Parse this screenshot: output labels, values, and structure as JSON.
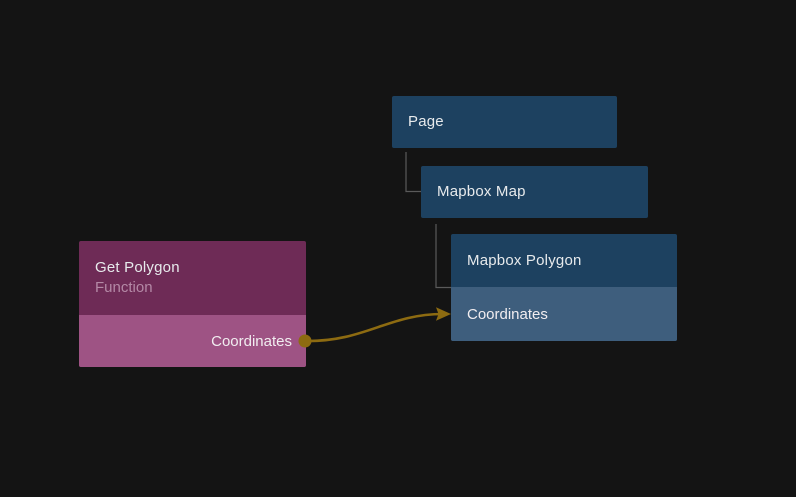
{
  "colors": {
    "background": "#141414",
    "node-blue": "#1d4160",
    "node-blue-port": "#3e5e7d",
    "node-purple": "#6e2b56",
    "node-purple-port": "#9e5384",
    "cable": "#8d6b11",
    "tree-line": "#5a5a5a",
    "title-text": "#e7eaec",
    "subtitle-text": "#b489a6"
  },
  "nodes": {
    "page": {
      "title": "Page"
    },
    "mapbox_map": {
      "title": "Mapbox Map"
    },
    "mapbox_polygon": {
      "title": "Mapbox Polygon",
      "port": "Coordinates"
    },
    "get_polygon": {
      "title": "Get Polygon",
      "subtitle": "Function",
      "port": "Coordinates"
    }
  },
  "connections": [
    {
      "from_node": "Get Polygon",
      "from_port": "Coordinates",
      "to_node": "Mapbox Polygon",
      "to_port": "Coordinates"
    }
  ],
  "hierarchy": [
    {
      "parent": "Page",
      "child": "Mapbox Map"
    },
    {
      "parent": "Mapbox Map",
      "child": "Mapbox Polygon"
    }
  ]
}
